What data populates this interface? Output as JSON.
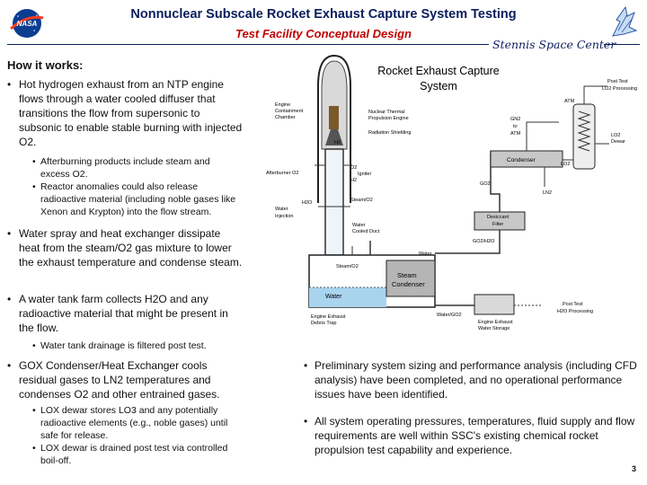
{
  "header": {
    "title": "Nonnuclear Subscale Rocket Exhaust Capture System Testing",
    "subtitle": "Test Facility Conceptual Design",
    "location": "Stennis Space Center",
    "logo_text": "NASA"
  },
  "left": {
    "heading": "How it works:",
    "bullet1": "Hot hydrogen exhaust from an NTP engine flows through a water cooled diffuser that transitions the flow from supersonic to subsonic to enable stable burning with injected O2.",
    "sub1a": "Afterburning products include steam and excess O2.",
    "sub1b": "Reactor anomalies could also release radioactive material (including noble gases like Xenon and Krypton) into the flow stream.",
    "bullet2a": "Water spray and heat exchanger dissipate heat from the steam/O",
    "bullet2b": "2 gas mixture to lower the exhaust temperature and condense steam.",
    "bullet3a": "A water tank farm collects H",
    "bullet3b": "2O and any radioactive material that might be present in the flow.",
    "sub3a": "Water tank drainage is filtered post test.",
    "bullet4a": "GOX Condenser/Heat Exchanger cools residual gases to LN",
    "bullet4b": "2 temperatures and condenses O",
    "bullet4c": "2 and other entrained gases.",
    "sub4a_1": "LOX dewar stores LO",
    "sub4a_2": "3 and any potentially radioactive elements (e.g., noble gases) until safe for release.",
    "sub4b": "LOX dewar is drained post test via controlled boil-off."
  },
  "right": {
    "bullet1": "Preliminary system sizing and performance analysis (including CFD analysis) have been completed, and no operational performance issues have been identified.",
    "bullet2": "All system operating pressures, temperatures, fluid supply and flow requirements are well within SSC's existing chemical rocket propulsion test capability and experience."
  },
  "diagram": {
    "title_line1": "Rocket Exhaust Capture",
    "title_line2": "System",
    "labels": {
      "engine_containment": [
        "Engine",
        "Containment",
        "Chamber"
      ],
      "ntp_engine": [
        "Nuclear Thermal",
        "Propulsion Engine"
      ],
      "radiation_shielding": "Radiation Shielding",
      "h2": "H2",
      "afterburner_o2": "Afterburner O2",
      "o2_igniter_h2": [
        "O2",
        "Igniter",
        "H2"
      ],
      "water_injection": [
        "Water",
        "Injection"
      ],
      "h2o": "H2O",
      "steam_o2_mid": "Steam/O2",
      "water_cooled_duct": [
        "Water",
        "Cooled Duct"
      ],
      "water_top": "Water",
      "steam_o2_tank": "Steam/O2",
      "steam_condenser": [
        "Steam",
        "Condenser"
      ],
      "water_tank": "Water",
      "engine_exhaust_debris": [
        "Engine Exhaust",
        "Debris Trap"
      ],
      "water_go2": "Water/GO2",
      "engine_exhaust_water_storage": [
        "Engine Exhaust",
        "Water Storage"
      ],
      "post_test_h2o": [
        "Post Test",
        "H2O Processing"
      ],
      "go2": "GO2",
      "go2_h2o": "GO2/H2O",
      "desiccant_filter": [
        "Desiccant",
        "Filter"
      ],
      "condenser": "Condenser",
      "ln2": "LN2",
      "gn2_atm": [
        "GN2",
        "to",
        "ATM"
      ],
      "atm": "ATM",
      "lo2": "LO2",
      "lo2_dewar": [
        "LO2",
        "Dewar"
      ],
      "post_test_lo2": [
        "Post Test",
        "LO2 Processing"
      ]
    }
  },
  "footer": {
    "page_number": "3"
  },
  "colors": {
    "title": "#0b1d5c",
    "subtitle": "#c00000",
    "water": "#a9d4ee",
    "engine": "#7a5a2a"
  }
}
